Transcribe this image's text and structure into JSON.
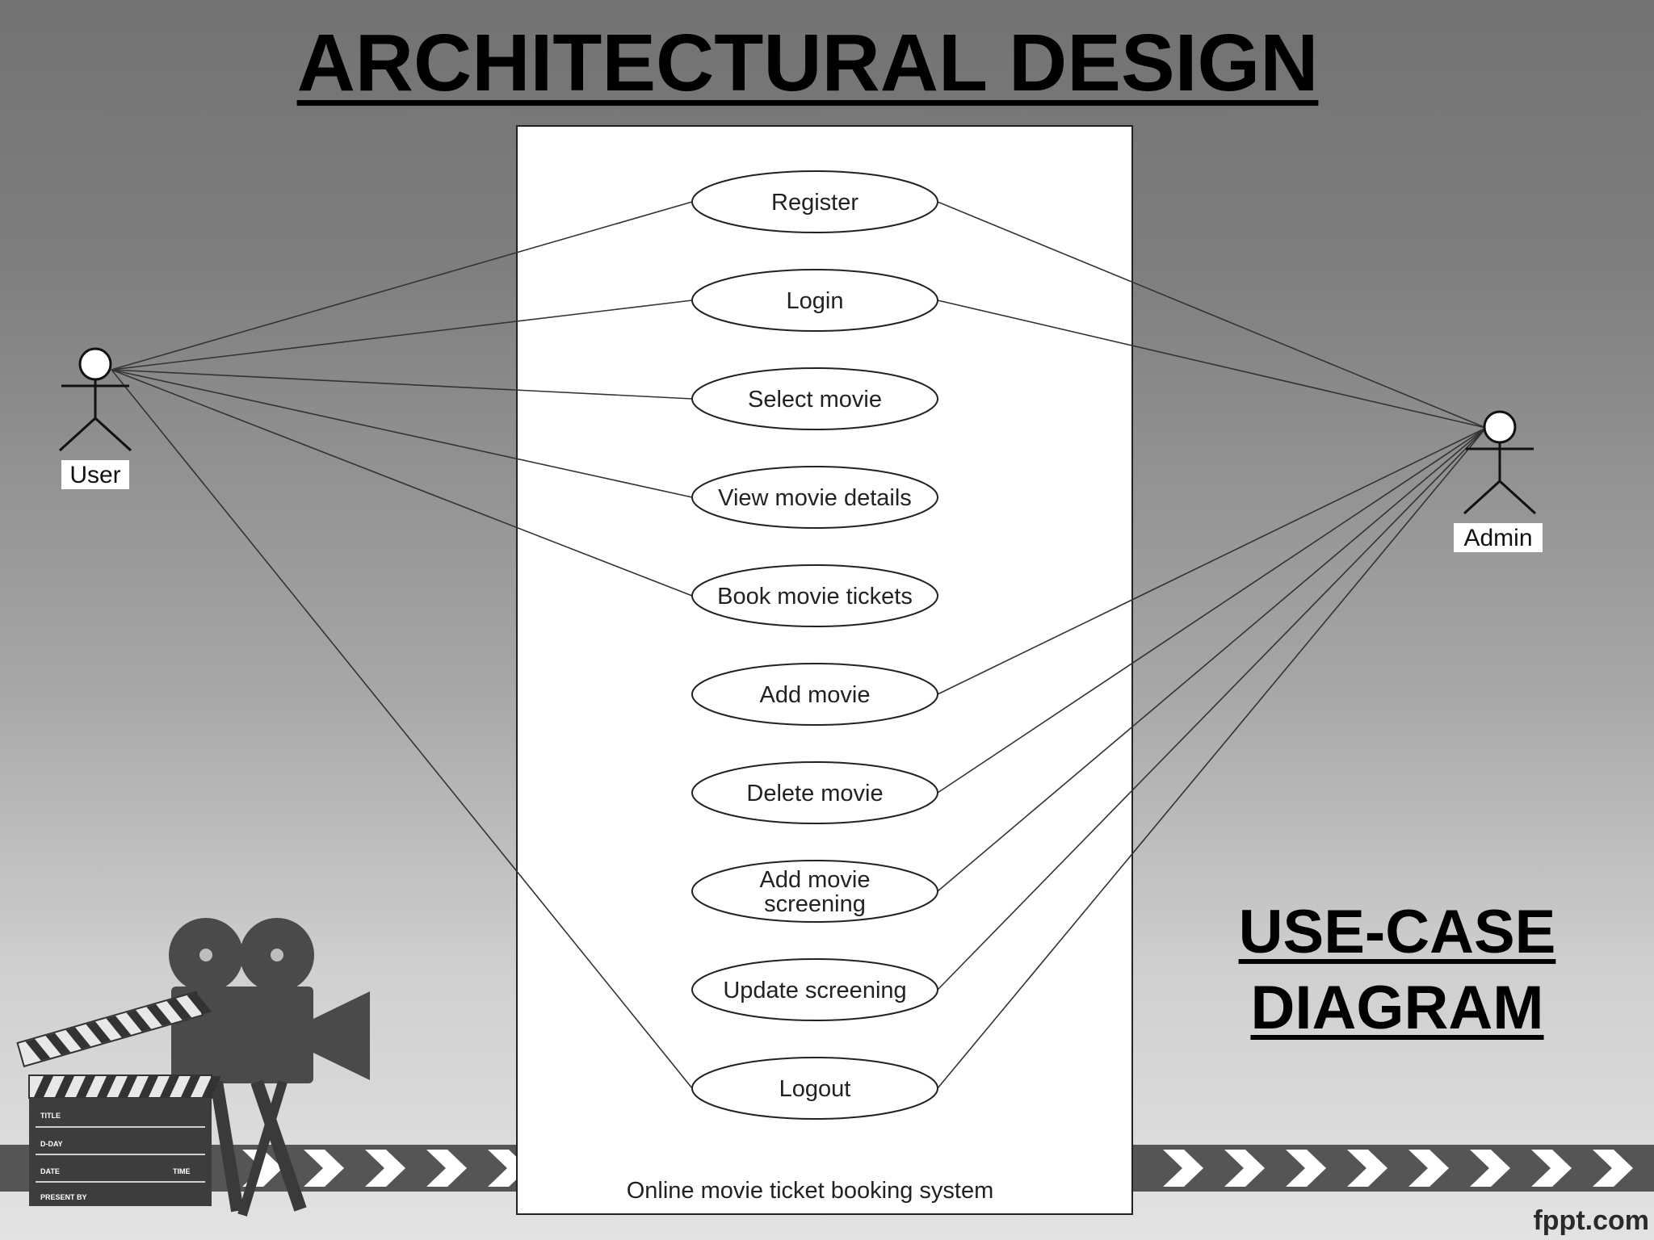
{
  "slide": {
    "title": "ARCHITECTURAL DESIGN",
    "side_label_line1": "USE-CASE",
    "side_label_line2": "DIAGRAM",
    "watermark": "fppt.com"
  },
  "diagram": {
    "system_name": "Online movie ticket booking system",
    "actors": {
      "user": "User",
      "admin": "Admin"
    },
    "use_cases": [
      {
        "lines": [
          "Register"
        ],
        "user": true,
        "admin": true
      },
      {
        "lines": [
          "Login"
        ],
        "user": true,
        "admin": true
      },
      {
        "lines": [
          "Select  movie"
        ],
        "user": true,
        "admin": false
      },
      {
        "lines": [
          "View movie details"
        ],
        "user": true,
        "admin": false
      },
      {
        "lines": [
          "Book movie tickets"
        ],
        "user": true,
        "admin": false
      },
      {
        "lines": [
          "Add movie"
        ],
        "user": false,
        "admin": true
      },
      {
        "lines": [
          "Delete movie"
        ],
        "user": false,
        "admin": true
      },
      {
        "lines": [
          "Add movie",
          "screening"
        ],
        "user": false,
        "admin": true
      },
      {
        "lines": [
          "Update screening"
        ],
        "user": false,
        "admin": true
      },
      {
        "lines": [
          "Logout"
        ],
        "user": true,
        "admin": true
      }
    ]
  },
  "clapperboard": {
    "rows": [
      "TITLE",
      "D-DAY",
      "DATE",
      "PRESENT BY"
    ],
    "time_label": "TIME"
  },
  "colors": {
    "line": "#333333",
    "box_fill": "#ffffff",
    "stripe": "#555555"
  }
}
